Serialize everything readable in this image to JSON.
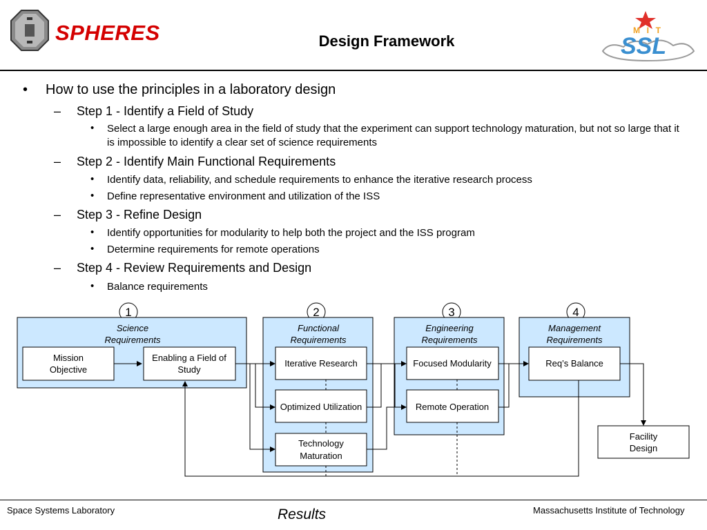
{
  "header": {
    "brand": "SPHERES",
    "title": "Design Framework",
    "right_logo_text": "SSL"
  },
  "outline": {
    "main": "How to use the principles in a laboratory design",
    "step1": "Step 1 - Identify a Field of Study",
    "step1_b1": "Select a large enough area in the field of study that the experiment can support technology maturation, but not so large that it is impossible to identify a clear set of science requirements",
    "step2": "Step 2 - Identify Main Functional Requirements",
    "step2_b1": "Identify data, reliability, and schedule requirements to enhance the iterative research process",
    "step2_b2": "Define representative environment and utilization of the ISS",
    "step3": "Step 3 - Refine Design",
    "step3_b1": "Identify opportunities for modularity to help both the project and the ISS program",
    "step3_b2": "Determine requirements for remote operations",
    "step4": "Step 4 - Review Requirements and Design",
    "step4_b1": "Balance requirements"
  },
  "diagram": {
    "numbers": [
      "1",
      "2",
      "3",
      "4"
    ],
    "groups": {
      "science": [
        "Science",
        "Requirements"
      ],
      "functional": [
        "Functional",
        "Requirements"
      ],
      "engineering": [
        "Engineering",
        "Requirements"
      ],
      "management": [
        "Management",
        "Requirements"
      ]
    },
    "nodes": {
      "mission": [
        "Mission",
        "Objective"
      ],
      "enabling": [
        "Enabling a Field of",
        "Study"
      ],
      "iterative": [
        "Iterative Research"
      ],
      "optimized": [
        "Optimized Utilization"
      ],
      "technology": [
        "Technology",
        "Maturation"
      ],
      "focused": [
        "Focused Modularity"
      ],
      "remote": [
        "Remote Operation"
      ],
      "balance": [
        "Req’s Balance"
      ],
      "facility": [
        "Facility",
        "Design"
      ]
    },
    "colors": {
      "group_fill": "#cce8ff",
      "stroke": "#000000"
    }
  },
  "footer": {
    "left": "Space Systems Laboratory",
    "center": "Results",
    "right": "Massachusetts Institute of Technology"
  }
}
